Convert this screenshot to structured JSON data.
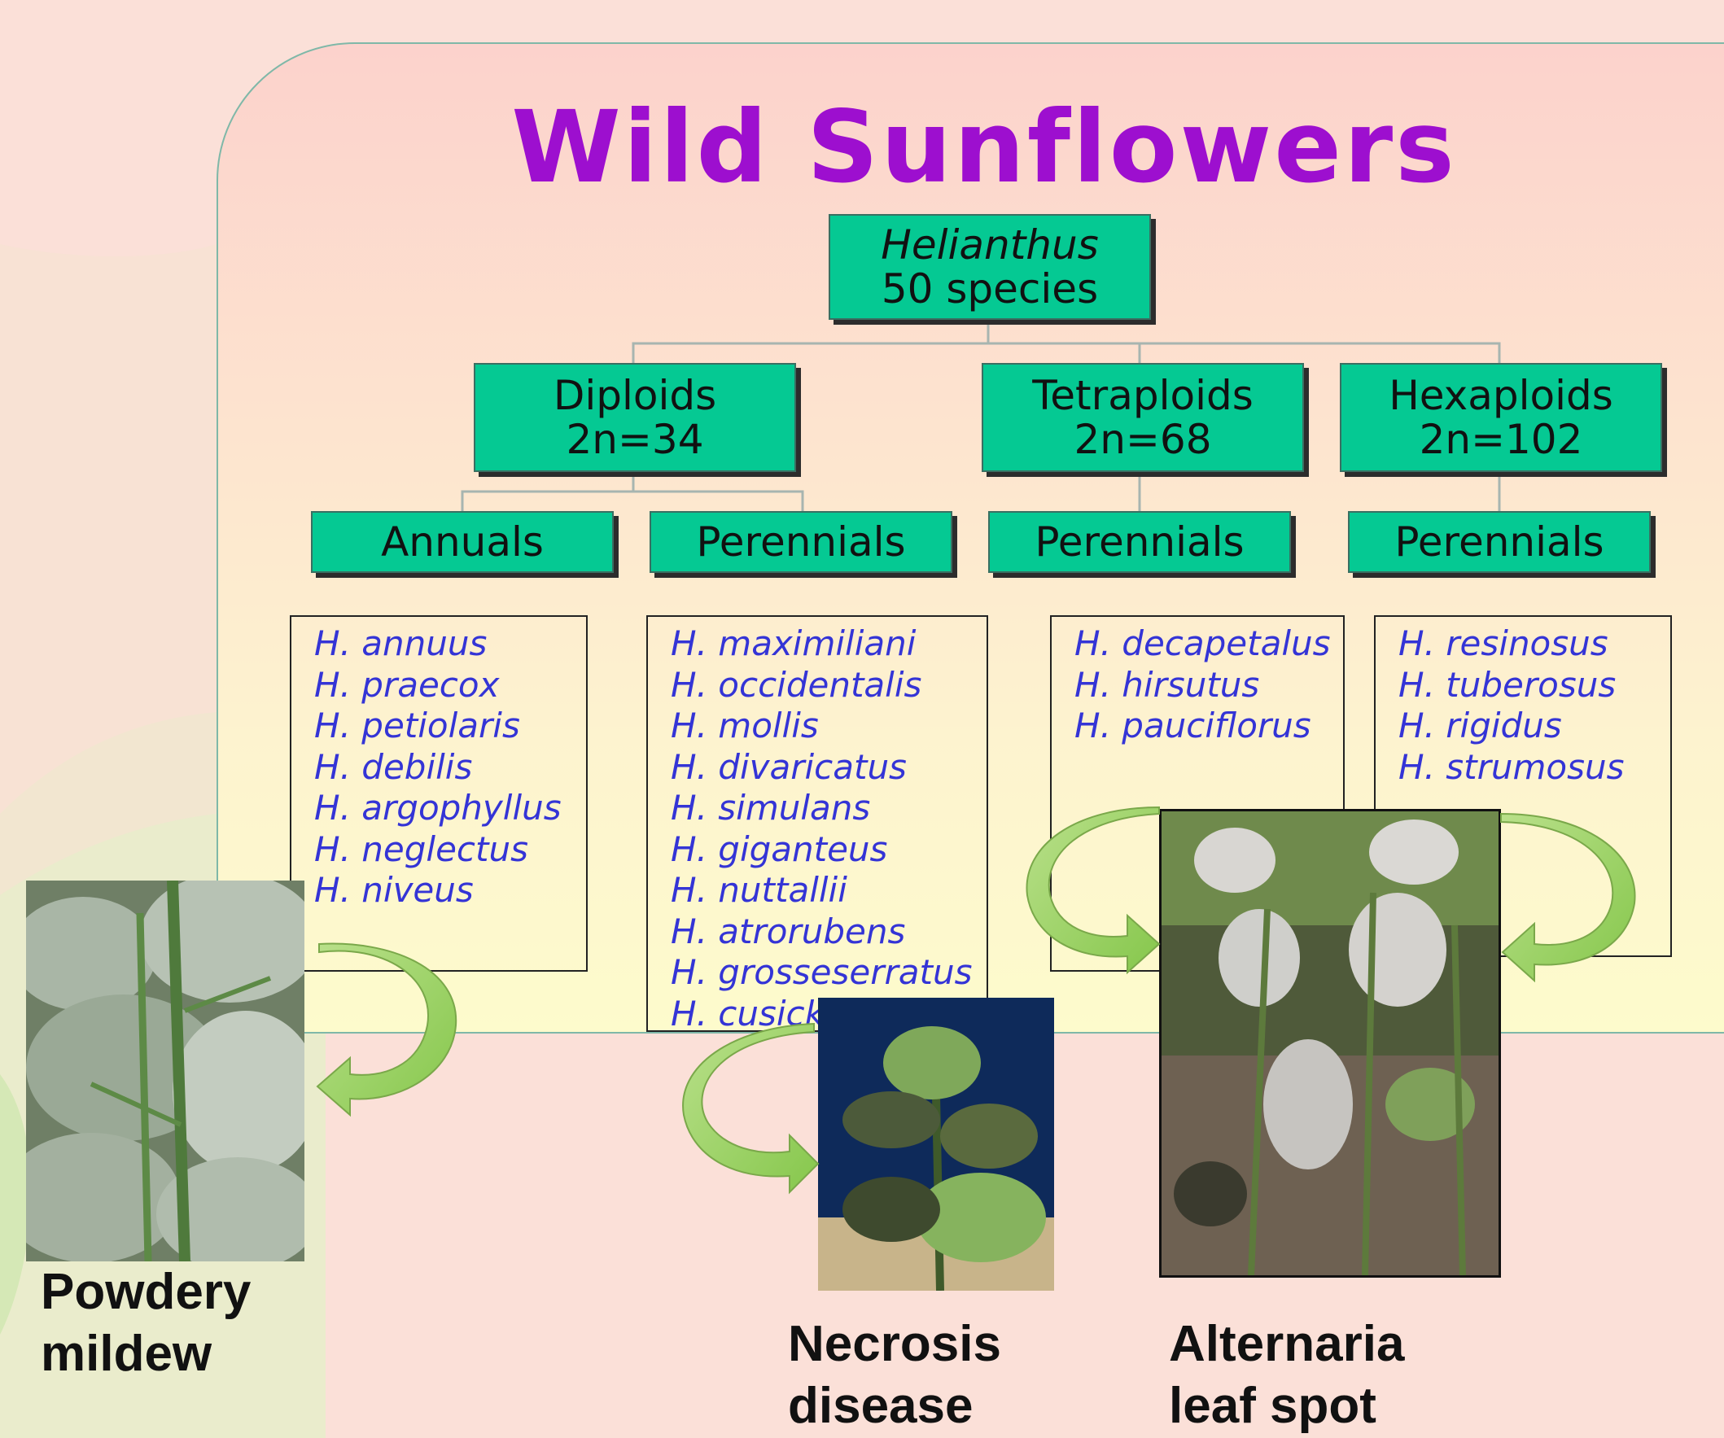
{
  "title": "Wild Sunflowers",
  "root": {
    "line1": "Helianthus",
    "line2": "50 species"
  },
  "ploidy": [
    {
      "name": "Diploids",
      "chrom": "2n=34"
    },
    {
      "name": "Tetraploids",
      "chrom": "2n=68"
    },
    {
      "name": "Hexaploids",
      "chrom": "2n=102"
    }
  ],
  "groups": [
    "Annuals",
    "Perennials",
    "Perennials",
    "Perennials"
  ],
  "species_lists": [
    [
      "H. annuus",
      "H. praecox",
      "H. petiolaris",
      "H. debilis",
      "H. argophyllus",
      "H. neglectus",
      "H. niveus"
    ],
    [
      "H. maximiliani",
      "H. occidentalis",
      "H. mollis",
      "H. divaricatus",
      "H. simulans",
      "H. giganteus",
      "H. nuttallii",
      "H. atrorubens",
      "H. grosseserratus",
      "H. cusickii"
    ],
    [
      "H. decapetalus",
      "H. hirsutus",
      "H. pauciflorus"
    ],
    [
      "H. resinosus",
      "H. tuberosus",
      "H. rigidus",
      "H. strumosus"
    ]
  ],
  "diseases": [
    {
      "line1": "Powdery",
      "line2": "mildew"
    },
    {
      "line1": "Necrosis",
      "line2": "disease"
    },
    {
      "line1": "Alternaria",
      "line2": "leaf spot"
    }
  ],
  "colors": {
    "title": "#9d0fcf",
    "node_fill": "#05c993",
    "species_text": "#3434d6",
    "arrow": "#92d050"
  }
}
